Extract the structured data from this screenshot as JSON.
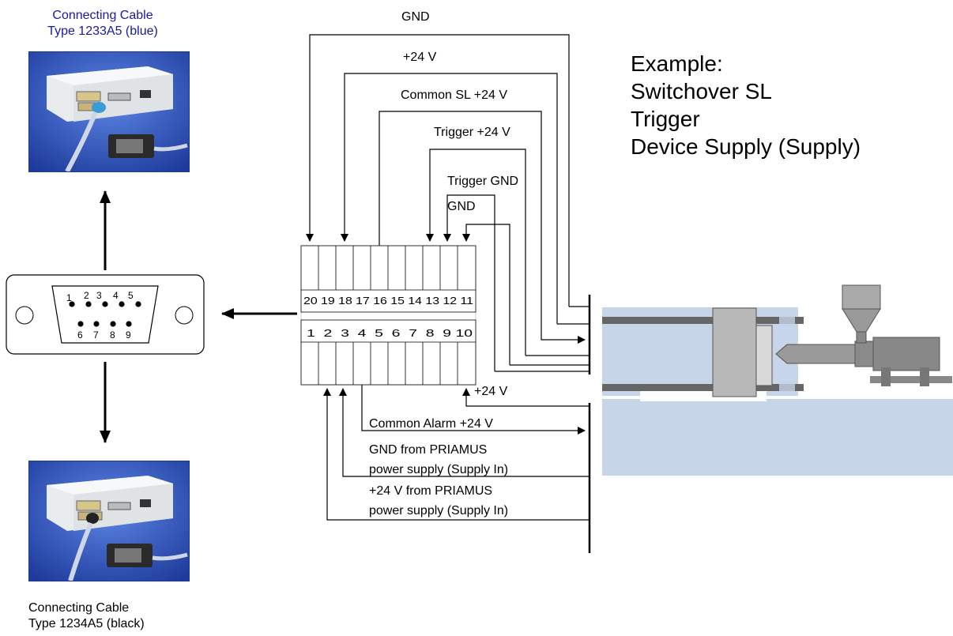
{
  "top_cable": {
    "line1": "Connecting Cable",
    "line2": "Type 1233A5 (blue)"
  },
  "bottom_cable": {
    "line1": "Connecting Cable",
    "line2": "Type 1234A5 (black)"
  },
  "connector_pins_top": [
    "1",
    "2",
    "3",
    "4",
    "5"
  ],
  "connector_pins_bottom": [
    "6",
    "7",
    "8",
    "9"
  ],
  "terminal_top_numbers": "20 19 18 17 16 15 14 13 12 11",
  "terminal_bottom_numbers": "1  2  3  4  5  6  7  8  9 10",
  "signals": {
    "gnd_top": "GND",
    "plus24": "+24 V",
    "common_sl": "Common SL +24 V",
    "trigger24": "Trigger +24 V",
    "trigger_gnd": "Trigger GND",
    "gnd_pin12": "GND",
    "plus24_pin10": "+24 V",
    "common_alarm": "Common Alarm +24 V",
    "gnd_supply_l1": "GND from PRIAMUS",
    "gnd_supply_l2": "power supply (Supply In)",
    "v24_supply_l1": "+24 V from PRIAMUS",
    "v24_supply_l2": "power supply (Supply In)"
  },
  "example": {
    "line1": "Example:",
    "line2": "Switchover SL",
    "line3": "Trigger",
    "line4": "Device Supply (Supply)"
  },
  "colors": {
    "caption_blue": "#1a1aa0",
    "photo_bg": "#2b55c0",
    "machine_fill": "#c6d5e8",
    "wire": "#000000"
  }
}
